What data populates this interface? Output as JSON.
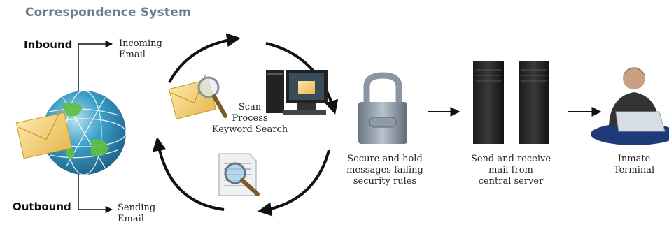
{
  "title": "Correspondence System",
  "inbound": {
    "label": "Inbound",
    "incoming": "Incoming Email"
  },
  "outbound": {
    "label": "Outbound",
    "sending": "Sending Email"
  },
  "scan": {
    "line1": "Scan",
    "line2": "Process",
    "line3": "Keyword Search"
  },
  "secure": {
    "line1": "Secure and hold",
    "line2": "messages failing",
    "line3": "security rules"
  },
  "send": {
    "line1": "Send and receive",
    "line2": "mail from",
    "line3": "central server"
  },
  "inmate": {
    "line1": "Inmate",
    "line2": "Terminal"
  },
  "icons": [
    "globe-icon",
    "envelope-icon",
    "magnifier-icon",
    "computer-icon",
    "document-search-icon",
    "padlock-icon",
    "server-icon",
    "user-laptop-icon"
  ]
}
